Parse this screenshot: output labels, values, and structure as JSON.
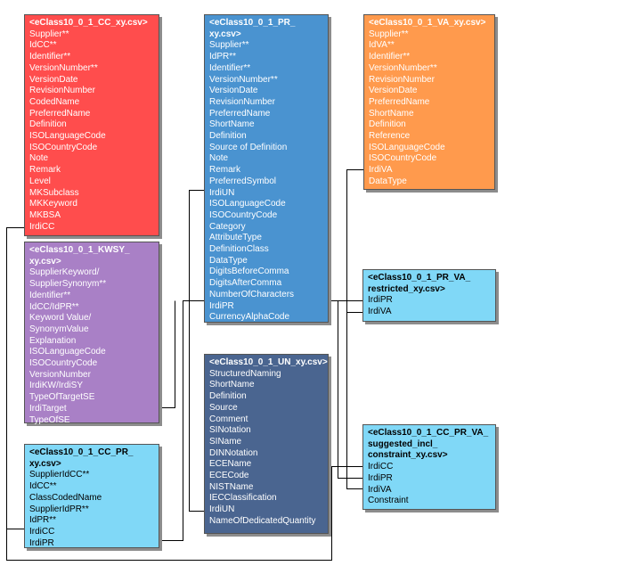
{
  "colors": {
    "red": "#ff4d4d",
    "blue": "#4a93d0",
    "orange": "#ff9a4d",
    "purple": "#a980c6",
    "light_blue": "#80d8f7",
    "navy": "#4a6590",
    "connector": "#000000"
  },
  "tables": [
    {
      "id": "cc",
      "title": "<eClass10_0_1_CC_xy.csv>",
      "color": "red",
      "text_color": "white",
      "fields": [
        "Supplier**",
        "IdCC**",
        "Identifier**",
        "VersionNumber**",
        "VersionDate",
        "RevisionNumber",
        "CodedName",
        "PreferredName",
        "Definition",
        "ISOLanguageCode",
        "ISOCountryCode",
        "Note",
        "Remark",
        "Level",
        "MKSubclass",
        "MKKeyword",
        "MKBSA",
        "IrdiCC"
      ]
    },
    {
      "id": "pr",
      "title": "<eClass10_0_1_PR_\nxy.csv>",
      "color": "blue",
      "text_color": "white",
      "fields": [
        "Supplier**",
        "IdPR**",
        "Identifier**",
        "VersionNumber**",
        "VersionDate",
        "RevisionNumber",
        "PreferredName",
        "ShortName",
        "Definition",
        "Source of Definition",
        "Note",
        "Remark",
        "PreferredSymbol",
        "IrdiUN",
        "ISOLanguageCode",
        "ISOCountryCode",
        "Category",
        "AttributeType",
        "DefinitionClass",
        "DataType",
        "DigitsBeforeComma",
        "DigitsAfterComma",
        "NumberOfCharacters",
        "IrdiPR",
        "CurrencyAlphaCode"
      ]
    },
    {
      "id": "va",
      "title": "<eClass10_0_1_VA_xy.csv>",
      "color": "orange",
      "text_color": "white",
      "fields": [
        "Supplier**",
        "IdVA**",
        "Identifier**",
        "VersionNumber**",
        "RevisionNumber",
        "VersionDate",
        "PreferredName",
        "ShortName",
        "Definition",
        "Reference",
        "ISOLanguageCode",
        "ISOCountryCode",
        "IrdiVA",
        "DataType"
      ]
    },
    {
      "id": "kwsy",
      "title": "<eClass10_0_1_KWSY_\nxy.csv>",
      "color": "purple",
      "text_color": "white",
      "fields": [
        "SupplierKeyword/\n                SupplierSynonym**",
        "Identifier**",
        "IdCC/IdPR**",
        "Keyword Value/\n                SynonymValue",
        "Explanation",
        "ISOLanguageCode",
        "ISOCountryCode",
        "VersionNumber",
        "IrdiKW/IrdiSY",
        "TypeOfTargetSE",
        "IrdiTarget",
        "TypeOfSE"
      ]
    },
    {
      "id": "prva",
      "title": "<eClass10_0_1_PR_VA_\nrestricted_xy.csv>",
      "color": "light_blue",
      "text_color": "black",
      "fields": [
        "IrdiPR",
        "IrdiVA"
      ]
    },
    {
      "id": "un",
      "title": "<eClass10_0_1_UN_xy.csv>",
      "color": "navy",
      "text_color": "white",
      "fields": [
        "StructuredNaming",
        "ShortName",
        "Definition",
        "Source",
        "Comment",
        "SINotation",
        "SIName",
        "DINNotation",
        "ECEName",
        "ECECode",
        "NISTName",
        "IECClassification",
        "IrdiUN",
        "NameOfDedicatedQuantity"
      ]
    },
    {
      "id": "ccpr",
      "title": "<eClass10_0_1_CC_PR_\nxy.csv>",
      "color": "light_blue",
      "text_color": "black",
      "fields": [
        "SupplierIdCC**",
        "IdCC**",
        "ClassCodedName",
        "SupplierIdPR**",
        "IdPR**",
        "IrdiCC",
        "IrdiPR"
      ]
    },
    {
      "id": "ccprva",
      "title": "<eClass10_0_1_CC_PR_VA_\nsuggested_incl_\nconstraint_xy.csv>",
      "color": "light_blue",
      "text_color": "black",
      "fields": [
        "IrdiCC",
        "IrdiPR",
        "IrdiVA",
        "Constraint"
      ]
    }
  ]
}
